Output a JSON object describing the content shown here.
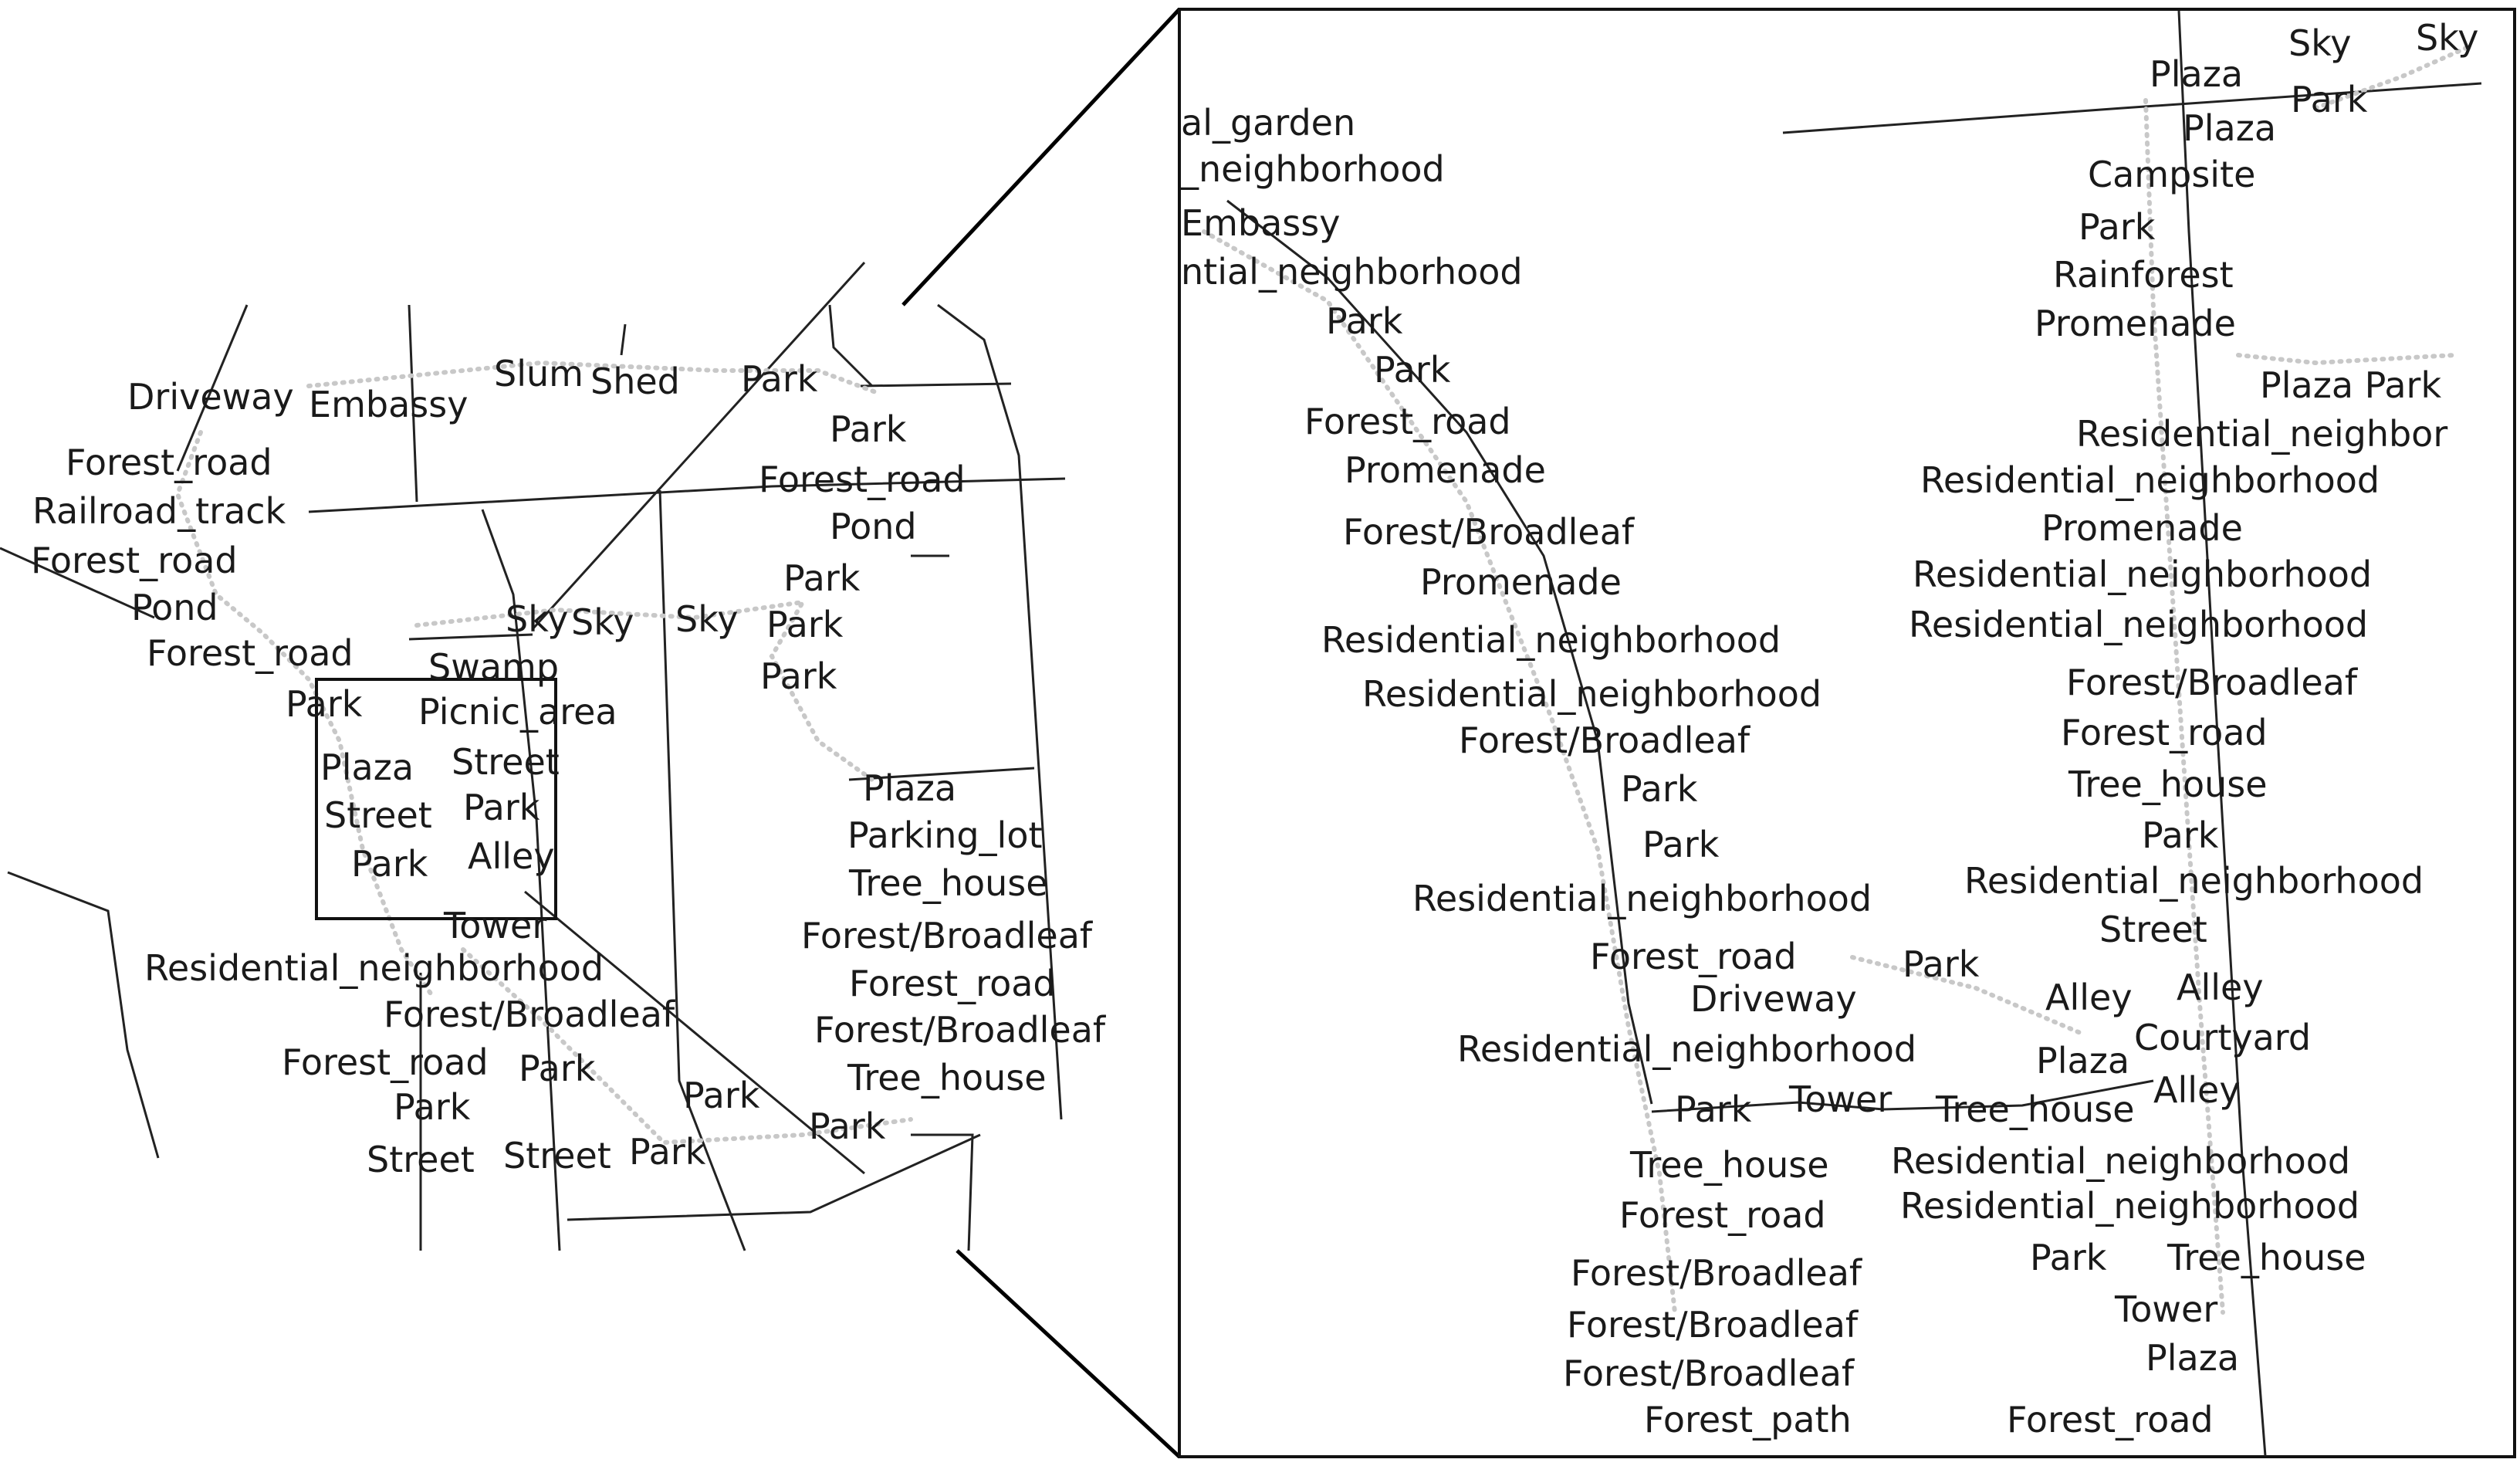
{
  "overview_map": {
    "labels": [
      "Driveway",
      "Embassy",
      "Slum",
      "Shed",
      "Park",
      "Forest_road",
      "Railroad_track",
      "Forest_road",
      "Pond",
      "Forest_road",
      "Park",
      "Forest_road",
      "Pond",
      "Sky",
      "Sky",
      "Sky",
      "Park",
      "Swamp",
      "Park",
      "Picnic_area",
      "Park",
      "Plaza",
      "Street",
      "Park",
      "Street",
      "Park",
      "Alley",
      "Plaza",
      "Parking_lot",
      "Tree_house",
      "Park",
      "Tower",
      "Forest/Broadleaf",
      "Residential_neighborhood",
      "Forest_road",
      "Forest/Broadleaf",
      "Forest/Broadleaf",
      "Forest_road",
      "Park",
      "Tree_house",
      "Park",
      "Park",
      "Park",
      "Street",
      "Street",
      "Park"
    ]
  },
  "zoom_map": {
    "labels": [
      "Sky",
      "Sky",
      "Plaza",
      "Park",
      "Plaza",
      "al_garden",
      "Campsite",
      "_neighborhood",
      "Embassy",
      "Park",
      "ntial_neighborhood",
      "Rainforest",
      "Park",
      "Promenade",
      "Park",
      "Plaza Park",
      "Forest_road",
      "Residential_neighbor",
      "Promenade",
      "Residential_neighborhood",
      "Promenade",
      "Forest/Broadleaf",
      "Residential_neighborhood",
      "Promenade",
      "Residential_neighborhood",
      "Residential_neighborhood",
      "Residential_neighborhood",
      "Forest/Broadleaf",
      "Forest/Broadleaf",
      "Forest_road",
      "Park",
      "Tree_house",
      "Park",
      "Park",
      "Residential_neighborhood",
      "Residential_neighborhood",
      "Street",
      "Forest_road",
      "Park",
      "Alley",
      "Alley",
      "Driveway",
      "Courtyard",
      "Residential_neighborhood",
      "Plaza",
      "Alley",
      "Park",
      "Tower",
      "Tree_house",
      "Tree_house",
      "Residential_neighborhood",
      "Forest_road",
      "Residential_neighborhood",
      "Park",
      "Tree_house",
      "Forest/Broadleaf",
      "Tower",
      "Forest/Broadleaf",
      "Plaza",
      "Forest/Broadleaf",
      "Forest_path",
      "Forest_road"
    ]
  }
}
